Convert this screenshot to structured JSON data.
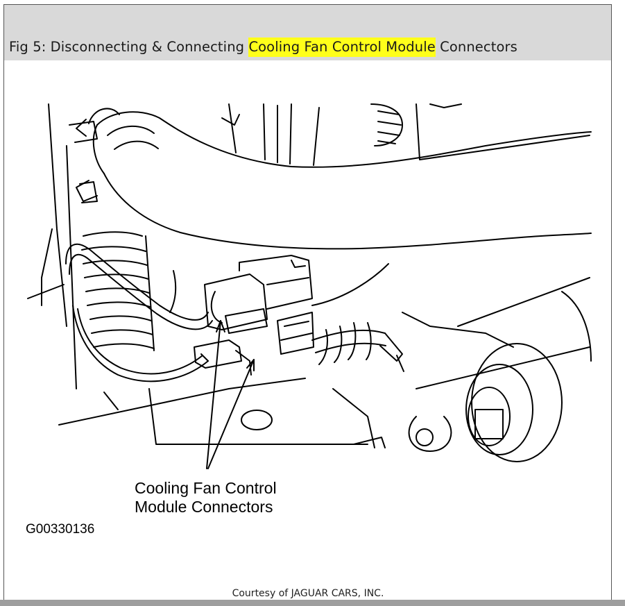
{
  "figure": {
    "title_prefix": "Fig 5: Disconnecting & Connecting ",
    "title_highlight": "Cooling Fan Control Module",
    "title_suffix": " Connectors",
    "highlight_color": "#ffff1a"
  },
  "diagram": {
    "callout_line1": "Cooling Fan Control",
    "callout_line2": "Module Connectors",
    "figure_code": "G00330136"
  },
  "footer": {
    "courtesy": "Courtesy of JAGUAR CARS, INC."
  }
}
